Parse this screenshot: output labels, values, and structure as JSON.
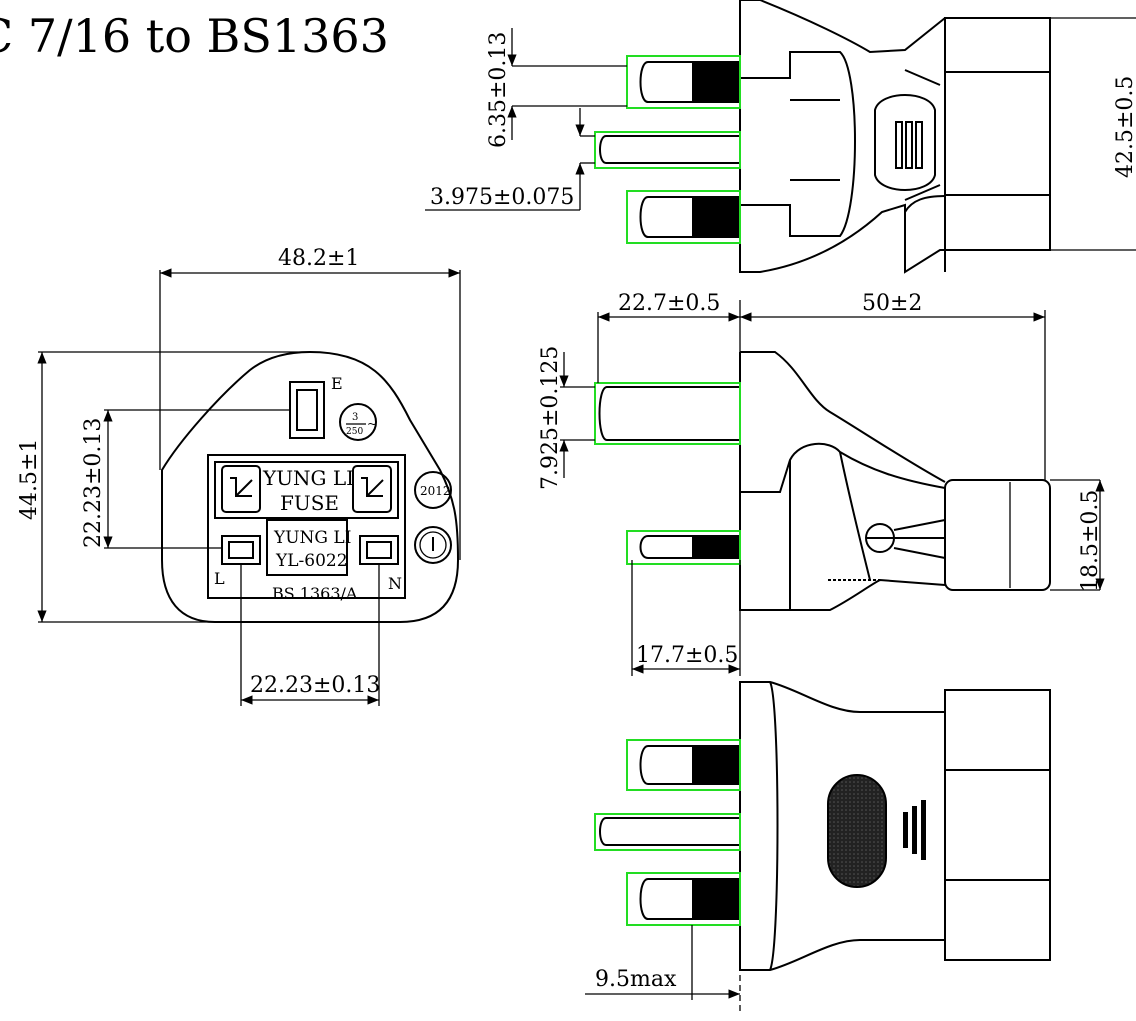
{
  "title": "C 7/16 to BS1363",
  "dimensions": {
    "pin_offset_top": "6.35±0.13",
    "earth_pin_width": "3.975±0.075",
    "body_height_right": "42.5±0.5",
    "face_width": "48.2±1",
    "face_height": "44.5±1",
    "face_pin_vertical": "22.23±0.13",
    "face_pin_horizontal": "22.23±0.13",
    "pin_length": "22.7±0.5",
    "body_length": "50±2",
    "earth_pin_thickness": "7.925±0.125",
    "cable_diameter": "18.5±0.5",
    "lower_pin_length": "17.7±0.5",
    "pin_root": "9.5max"
  },
  "face_labels": {
    "earth": "E",
    "live": "L",
    "neutral": "N",
    "brand_fuse_line1": "YUNG LI",
    "brand_fuse_line2": "FUSE",
    "brand_model_line1": "YUNG LI",
    "brand_model_line2": "YL-6022",
    "standard": "BS 1363/A",
    "year": "2012",
    "rating_top": "3",
    "rating_bottom": "250",
    "rating_symbol": "~"
  }
}
